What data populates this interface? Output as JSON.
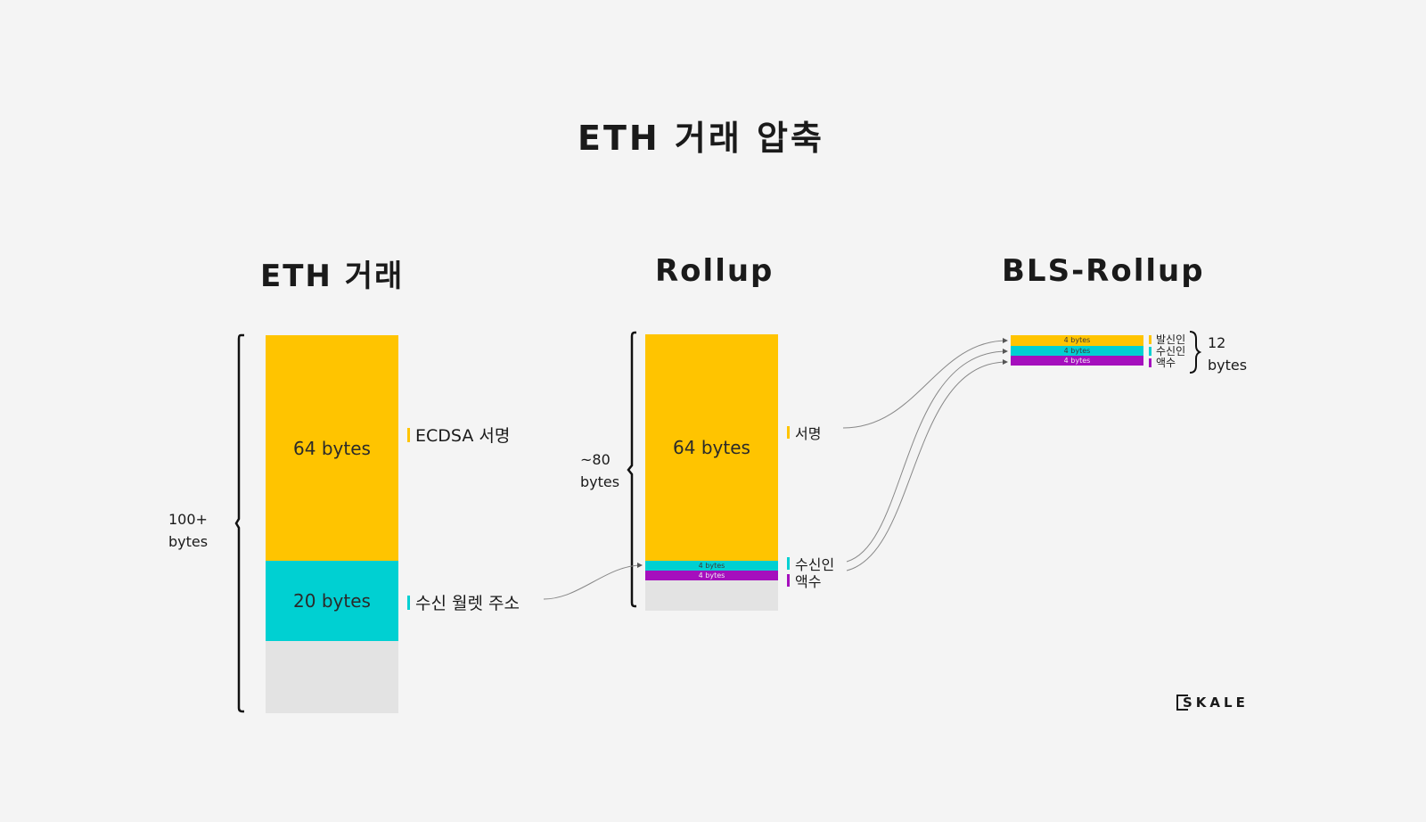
{
  "title": "ETH 거래 압축",
  "columns": {
    "eth": {
      "title": "ETH 거래",
      "size_label": [
        "100+",
        "bytes"
      ],
      "segments": [
        {
          "text": "64 bytes",
          "bytes": 64,
          "color": "#ffc400"
        },
        {
          "text": "20 bytes",
          "bytes": 20,
          "color": "#00d0d2"
        }
      ],
      "remainder_color": "#e3e3e3",
      "labels": [
        "ECDSA 서명",
        "수신 월렛 주소"
      ]
    },
    "rollup": {
      "title": "Rollup",
      "size_label": [
        "~80",
        "bytes"
      ],
      "segments": [
        {
          "text": "64 bytes",
          "bytes": 64,
          "color": "#ffc400"
        },
        {
          "text": "4 bytes",
          "bytes": 4,
          "color": "#00d0d2"
        },
        {
          "text": "4 bytes",
          "bytes": 4,
          "color": "#a50fbd"
        }
      ],
      "remainder_color": "#e3e3e3",
      "labels": [
        "서명",
        "수신인",
        "액수"
      ]
    },
    "bls": {
      "title": "BLS-Rollup",
      "size_label": [
        "12",
        "bytes"
      ],
      "segments": [
        {
          "text": "4 bytes",
          "bytes": 4,
          "color": "#ffc400"
        },
        {
          "text": "4 bytes",
          "bytes": 4,
          "color": "#00d0d2"
        },
        {
          "text": "4 bytes",
          "bytes": 4,
          "color": "#a50fbd"
        }
      ],
      "labels": [
        "발신인",
        "수신인",
        "액수"
      ]
    }
  },
  "logo": {
    "text": "SKALE"
  }
}
